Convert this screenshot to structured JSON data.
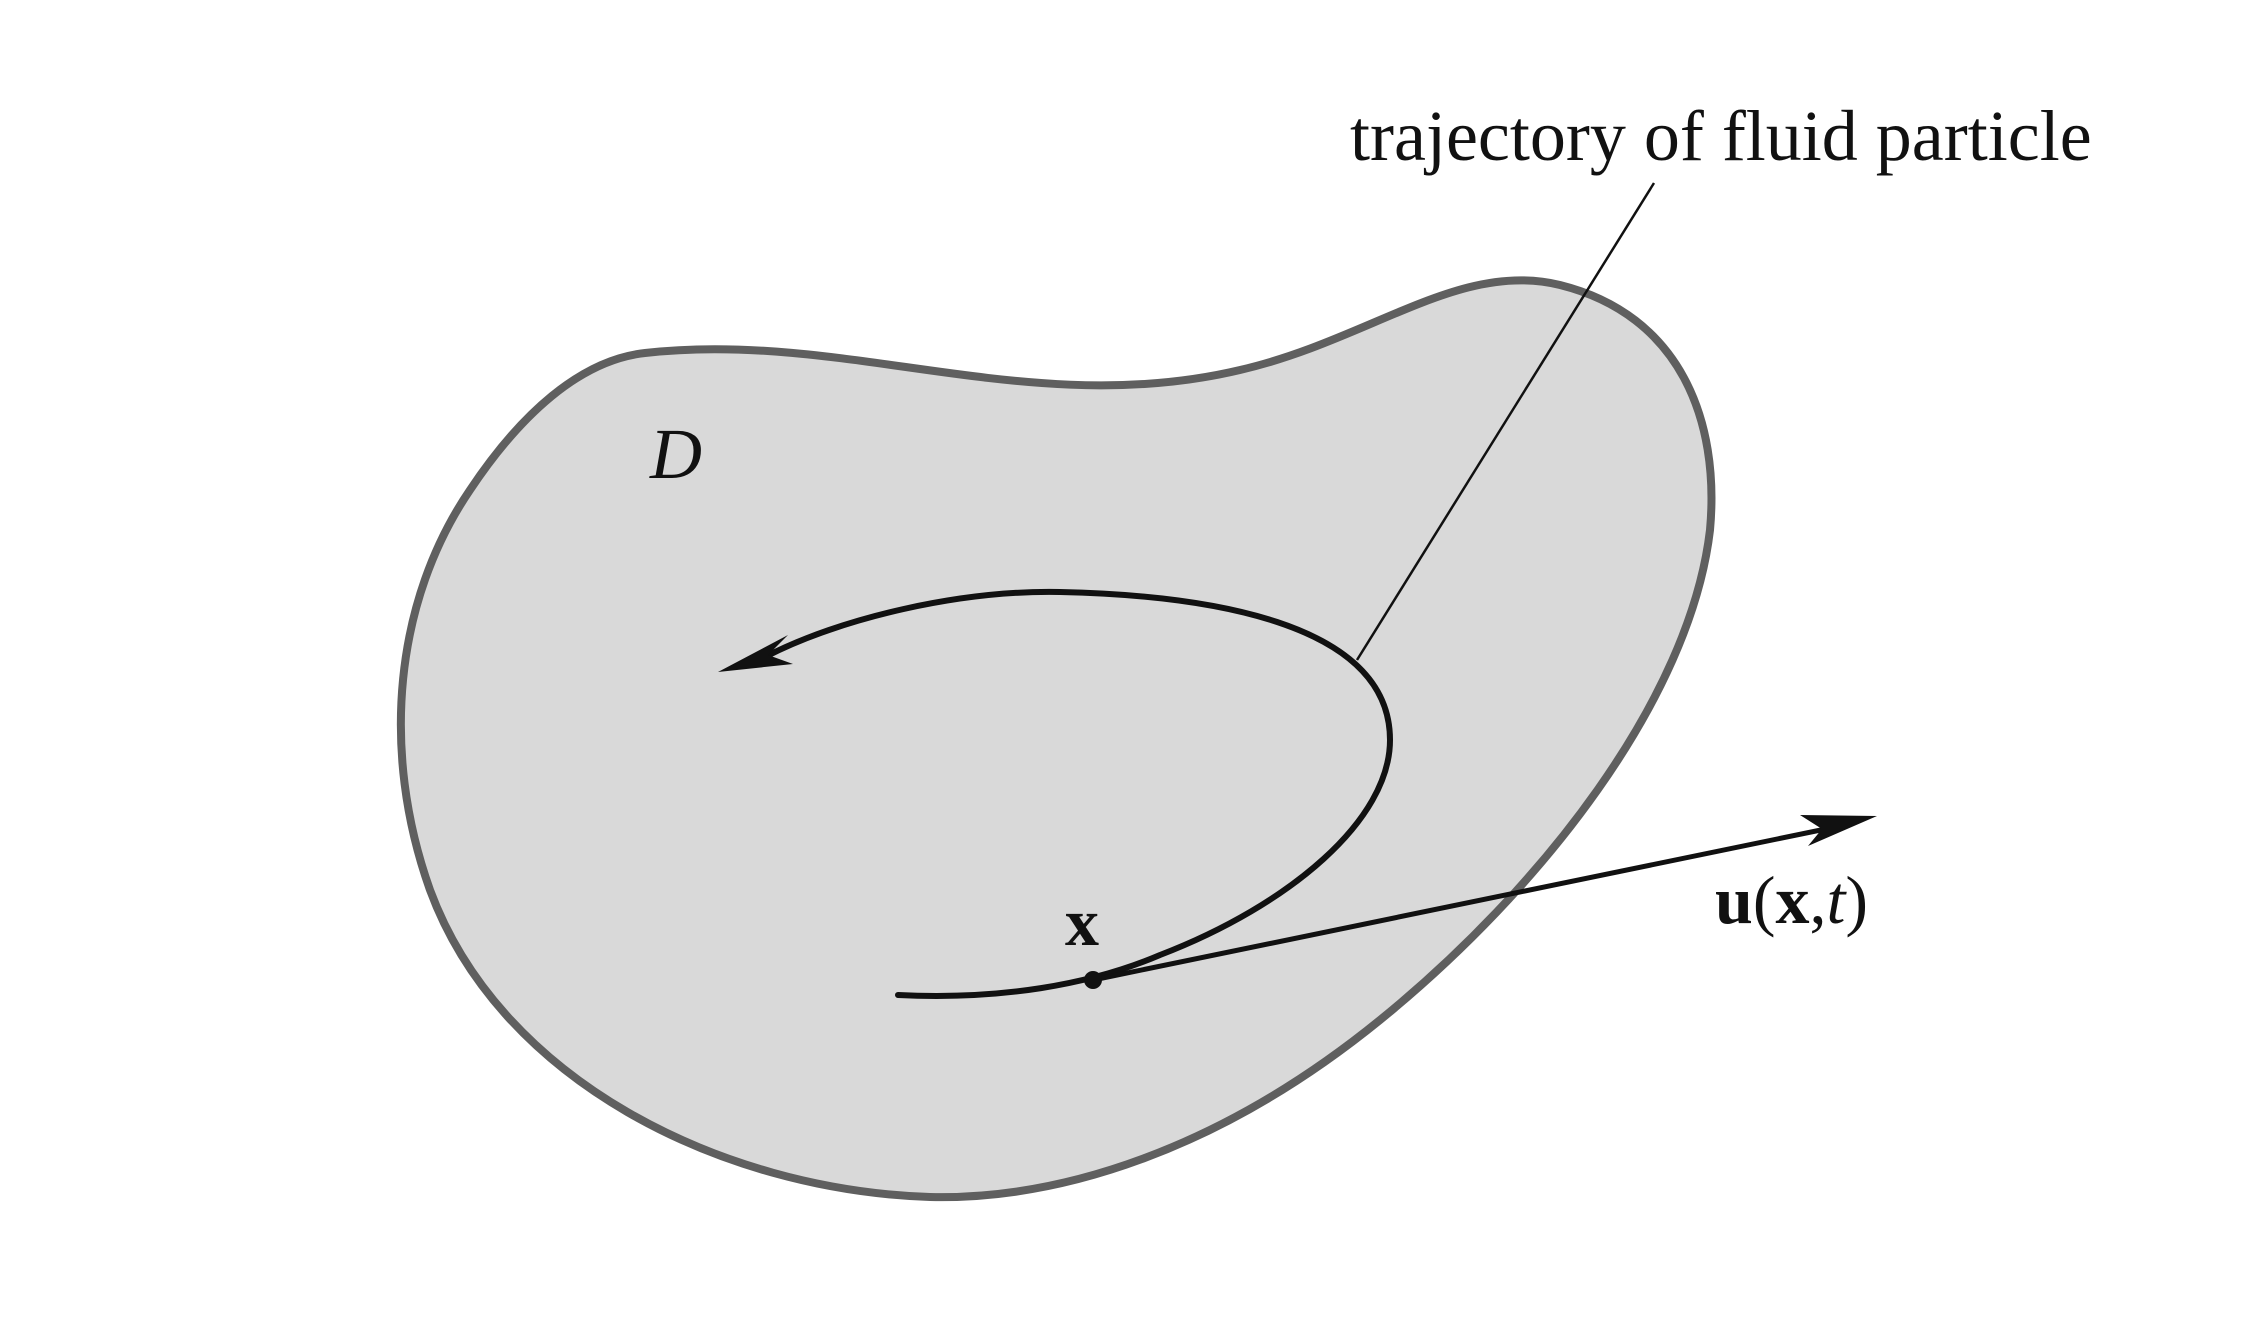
{
  "labels": {
    "trajectory": "trajectory of fluid particle",
    "region": "D",
    "point": "x",
    "velocity_vec_u": "u",
    "velocity_open": "(",
    "velocity_vec_x": "x",
    "velocity_comma": ",",
    "velocity_t": "t",
    "velocity_close": ")"
  },
  "colors": {
    "region_fill": "#d9d9d9",
    "region_stroke": "#5f5f5f",
    "ink": "#111111"
  }
}
